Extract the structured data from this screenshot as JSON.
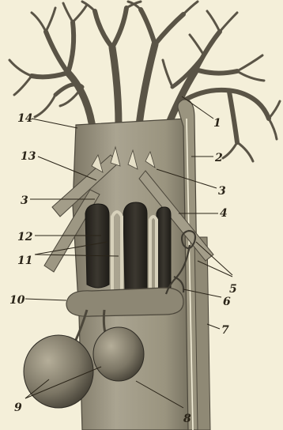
{
  "colors": {
    "paper": "#f4efd9",
    "ink": "#2a2418",
    "tissue_light": "#a9a390",
    "tissue_mid": "#8a8472",
    "tissue_dark": "#4c473b",
    "cavity": "#2b2822"
  },
  "labels": {
    "l1": "1",
    "l2": "2",
    "l3a": "3",
    "l3b": "3",
    "l4": "4",
    "l5": "5",
    "l6": "6",
    "l7": "7",
    "l8": "8",
    "l9": "9",
    "l10": "10",
    "l11": "11",
    "l12": "12",
    "l13": "13",
    "l14": "14"
  }
}
